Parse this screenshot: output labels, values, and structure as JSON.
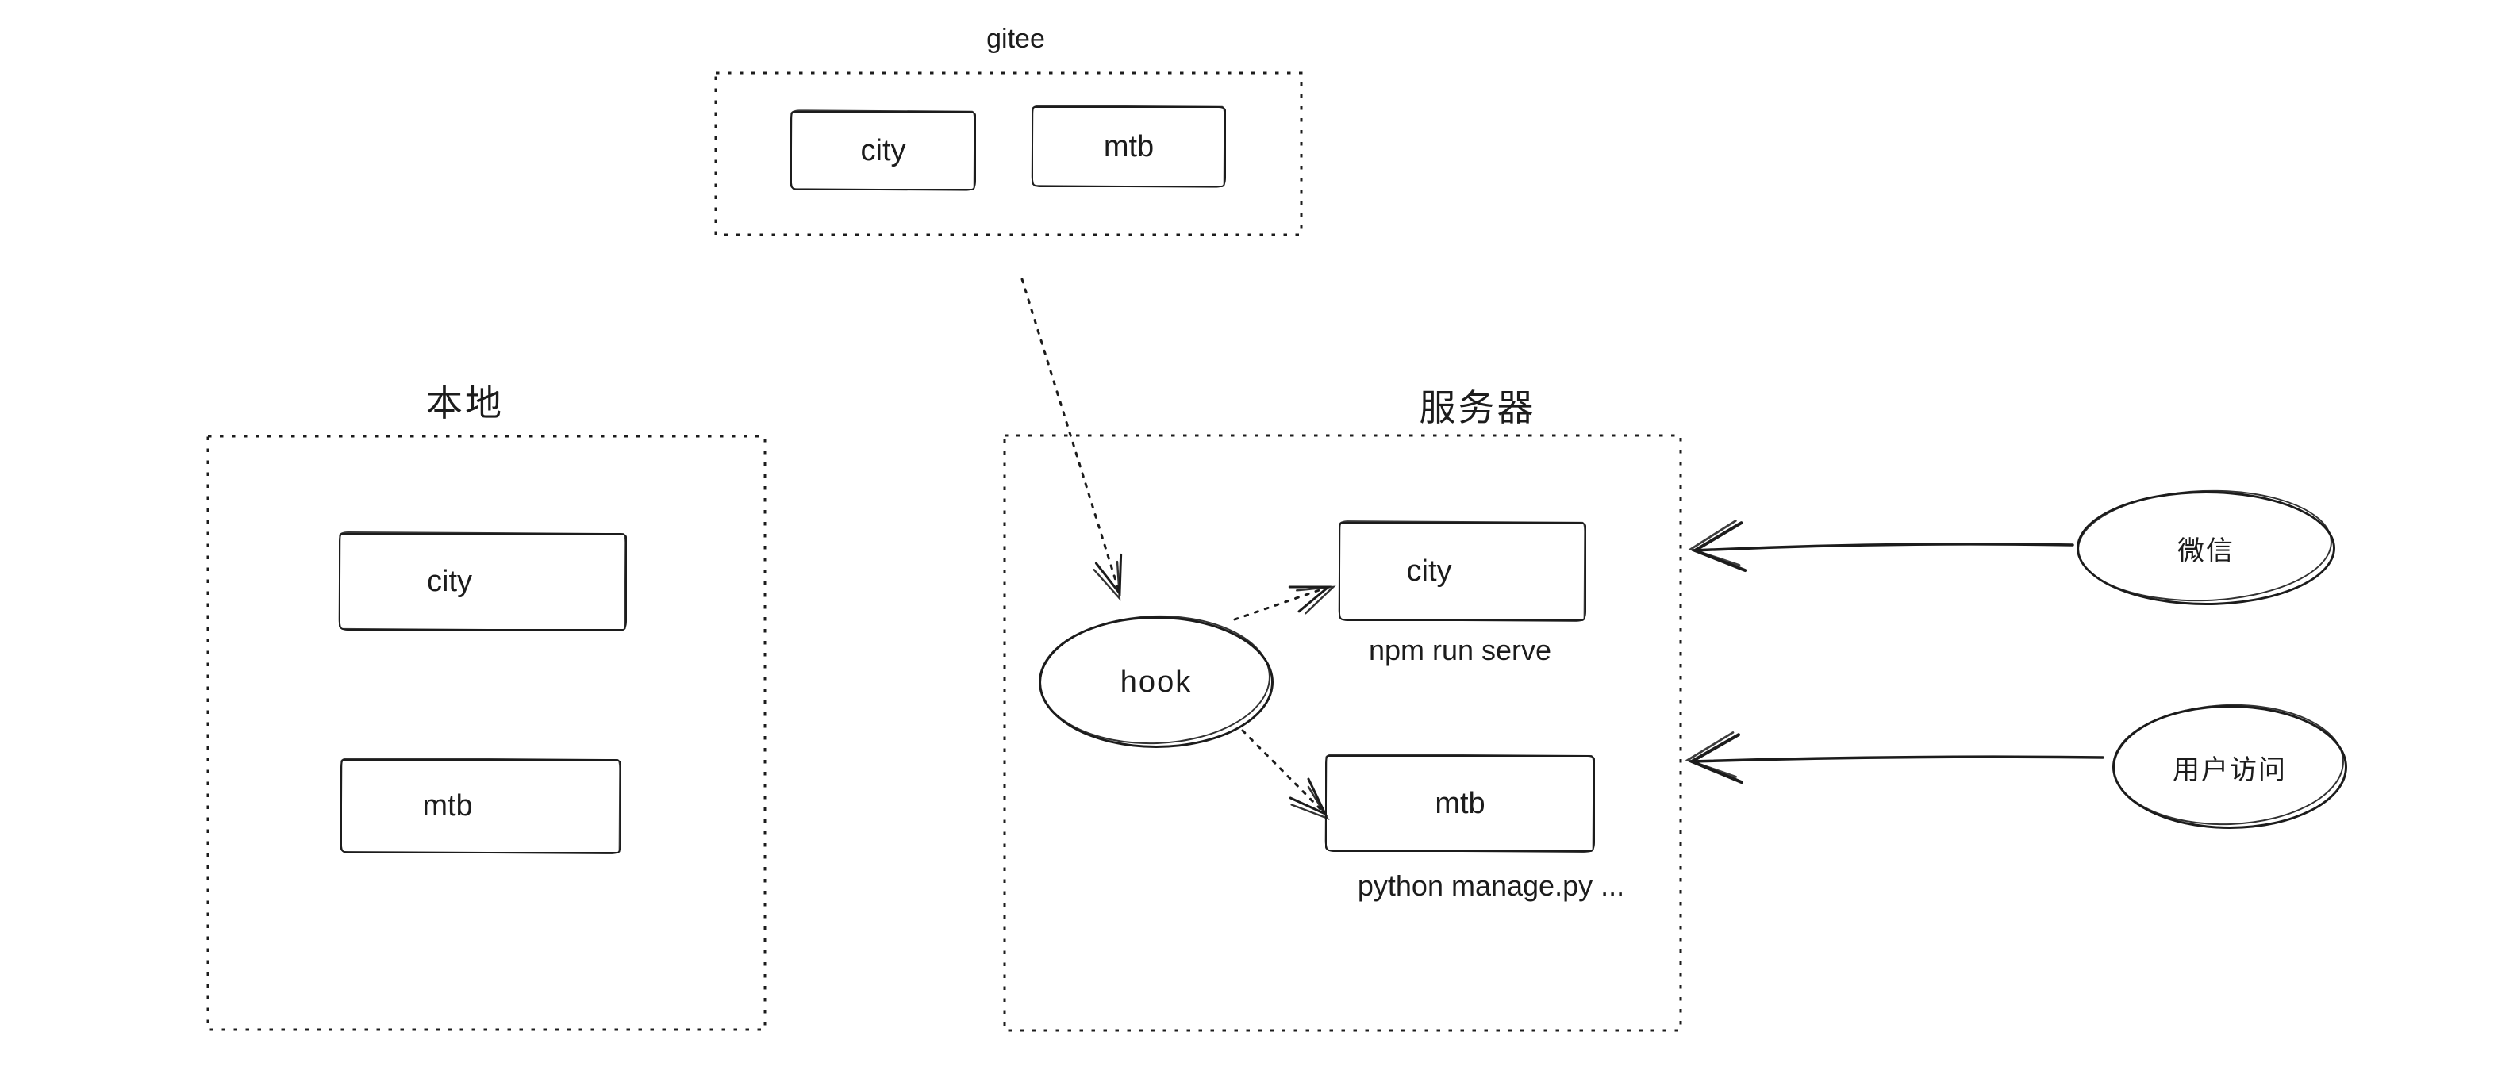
{
  "diagram": {
    "ink_color": "#1c1c1c",
    "bg_color": "#ffffff",
    "gitee": {
      "label": "gitee",
      "city": "city",
      "mtb": "mtb"
    },
    "local": {
      "label": "本地",
      "city": "city",
      "mtb": "mtb"
    },
    "server": {
      "label": "服务器",
      "hook": "hook",
      "city": "city",
      "city_command": "npm run serve",
      "mtb": "mtb",
      "mtb_command": "python manage.py ..."
    },
    "actors": {
      "wechat": "微信",
      "user": "用户访问"
    }
  }
}
